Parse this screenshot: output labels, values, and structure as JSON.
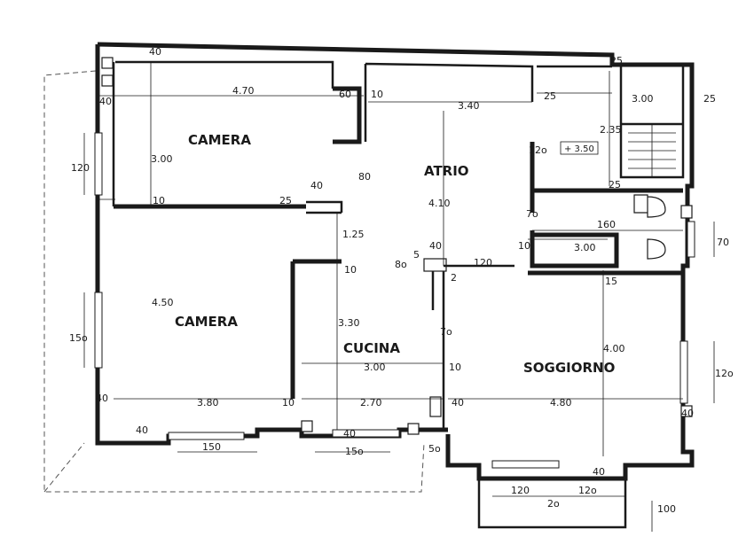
{
  "rooms": {
    "camera_top": "CAMERA",
    "camera_left": "CAMERA",
    "atrio": "ATRIO",
    "cucina": "CUCINA",
    "soggiorno": "SOGGIORNO"
  },
  "level": "+ 3.50",
  "dims": {
    "d40_top": "40",
    "d470": "4.70",
    "d60": "60",
    "d10_a": "10",
    "d340": "3.40",
    "d25_top": "25",
    "d25_b": "25",
    "d300_stair": "3.00",
    "d25_right": "25",
    "d40_left_top": "40",
    "d300_camera": "3.00",
    "d120_left": "120",
    "d235": "2.35",
    "d120_atrio": "12o",
    "d80": "80",
    "d40_b": "40",
    "d25_c": "25",
    "d10_b": "10",
    "d410": "4.10",
    "d25_d": "25",
    "d70_a": "7o",
    "d160": "160",
    "d125": "1.25",
    "d40_c": "40",
    "d10_c": "10",
    "d300_bath": "3.00",
    "d70_right": "70",
    "d5": "5",
    "d80_b": "8o",
    "d2": "2",
    "d120_b": "120",
    "d10_d": "10",
    "d15": "15",
    "d450": "4.50",
    "d330": "3.30",
    "d150_left": "15o",
    "d70_b": "7o",
    "d400": "4.00",
    "d300_cucina": "3.00",
    "d10_e": "10",
    "d120_right": "12o",
    "d40_d": "40",
    "d380": "3.80",
    "d10_f": "10",
    "d270": "2.70",
    "d40_e": "40",
    "d480": "4.80",
    "d40_f": "40",
    "d40_g": "40",
    "d150_b1": "150",
    "d40_h": "40",
    "d150_b2": "15o",
    "d50": "5o",
    "d40_i": "40",
    "d120_bot1": "120",
    "d120_bot2": "12o",
    "d20": "2o",
    "d100": "100"
  }
}
